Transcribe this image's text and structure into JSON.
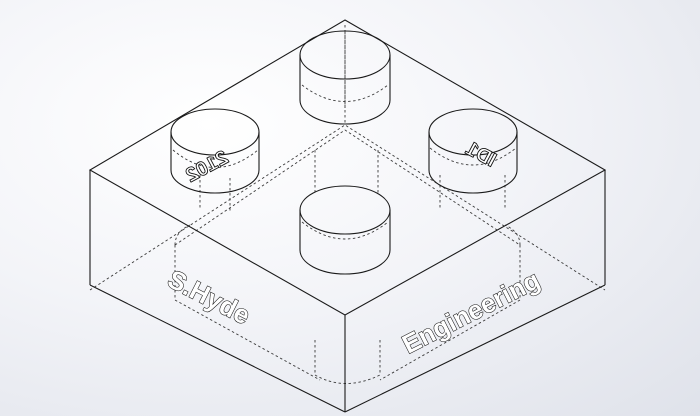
{
  "viewport": {
    "background_colors": [
      "#ffffff",
      "#dfe2ea"
    ],
    "edge_color": "#1a1a1a"
  },
  "part": {
    "front_left_text": "S.Hyde",
    "front_right_text": "Engineering",
    "stud_left_text": "2102",
    "stud_right_text": "ID1"
  }
}
